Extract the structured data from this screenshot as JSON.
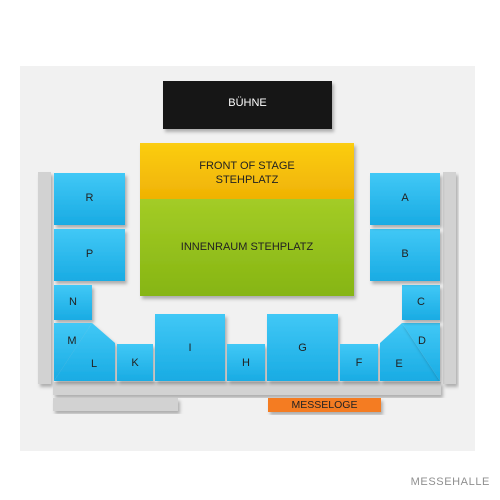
{
  "venue": {
    "watermark": "MESSEHALLE"
  },
  "stage": {
    "label": "BÜHNE"
  },
  "floor": {
    "front_of_stage": {
      "line1": "FRONT OF STAGE",
      "line2": "STEHPLATZ"
    },
    "innenraum": {
      "label": "INNENRAUM STEHPLATZ"
    }
  },
  "sections": {
    "R": "R",
    "P": "P",
    "N": "N",
    "M": "M",
    "L": "L",
    "K": "K",
    "I": "I",
    "H": "H",
    "G": "G",
    "F": "F",
    "E": "E",
    "D": "D",
    "C": "C",
    "B": "B",
    "A": "A"
  },
  "messeloge": {
    "label": "MESSELOGE"
  },
  "colors": {
    "section_fill": "#2ebdf0",
    "section_fill_dark": "#1aa9e0",
    "stage": "#121212",
    "front_of_stage": "#f6bf09",
    "innenraum": "#94c11a",
    "messeloge": "#f47b20",
    "grey_panel": "#f1f1f1",
    "grey_bar": "#d2d2d2"
  }
}
